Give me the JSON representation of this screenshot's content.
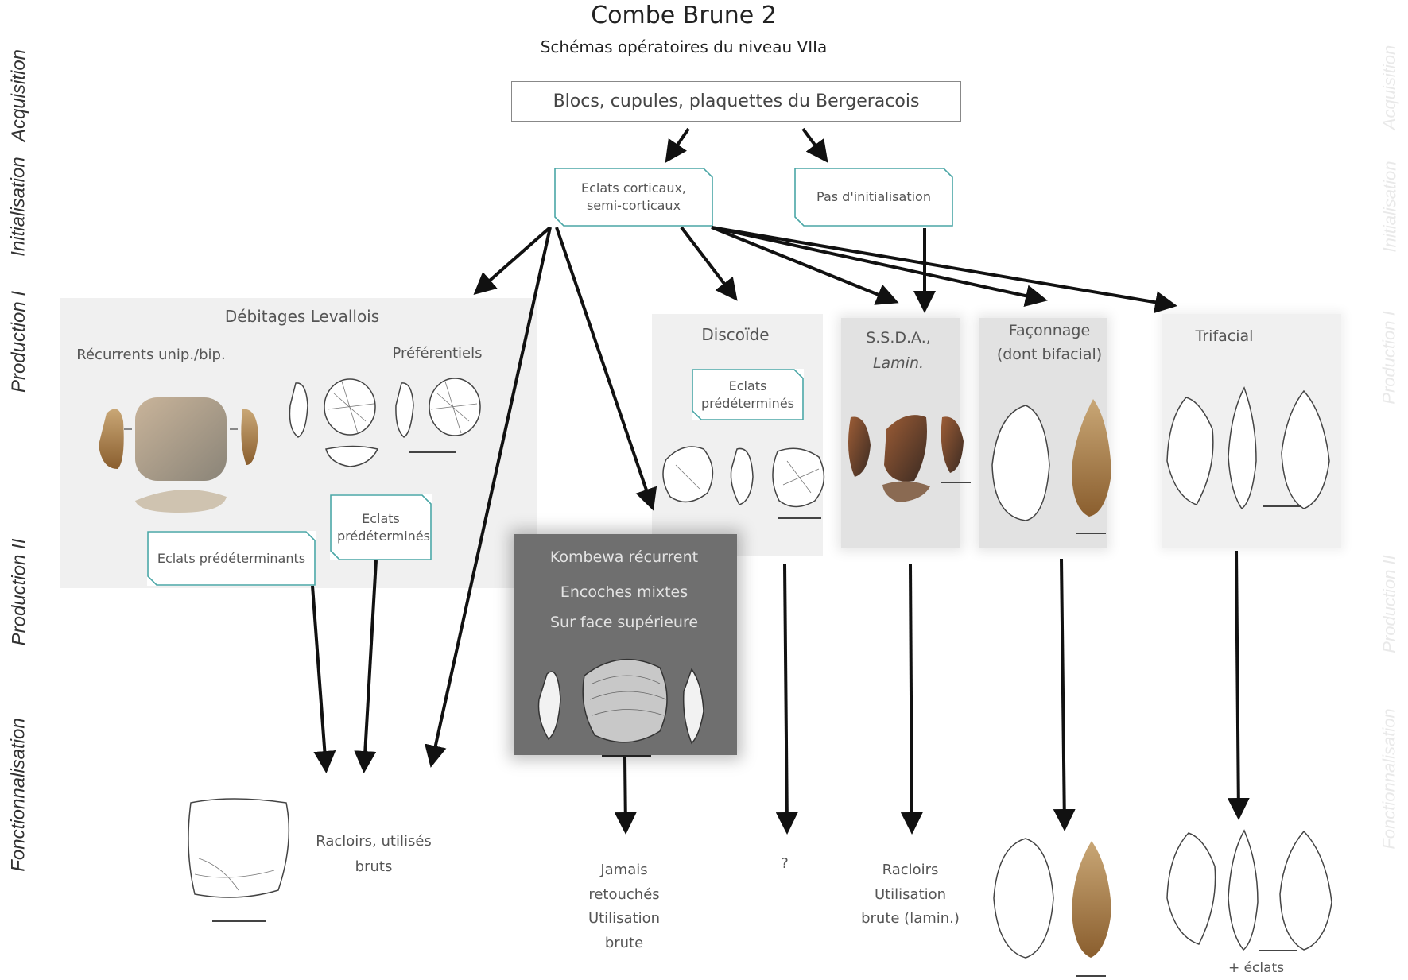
{
  "title": "Combe Brune 2",
  "subtitle": "Schémas opératoires du niveau VIIa",
  "stages": [
    "Acquisition",
    "Initialisation",
    "Production I",
    "Production II",
    "Fonctionnalisation"
  ],
  "raw_material": "Blocs, cupules, plaquettes du Bergeracois",
  "initialisation": {
    "cortical_flakes": "Eclats corticaux, semi-corticaux",
    "no_initialisation": "Pas d'initialisation"
  },
  "production": {
    "levallois": {
      "title": "Débitages Levallois",
      "recurrent": "Récurrents unip./bip.",
      "preferential": "Préférentiels",
      "predetermining": "Eclats prédéterminants",
      "predetermined": "Eclats prédéterminés"
    },
    "discoide": {
      "title": "Discoïde",
      "predetermined": "Eclats prédéterminés"
    },
    "ssda": {
      "line1": "S.S.D.A.,",
      "line2": "Lamin."
    },
    "faconnage": {
      "line1": "Façonnage",
      "line2": "(dont bifacial)"
    },
    "trifacial": {
      "title": "Trifacial"
    },
    "kombewa": {
      "line1": "Kombewa récurrent",
      "line2": "Encoches mixtes",
      "line3": "Sur face supérieure"
    }
  },
  "outcomes": {
    "levallois_line1": "Racloirs, utilisés",
    "levallois_line2": "bruts",
    "kombewa_line1": "Jamais",
    "kombewa_line2": "retouchés",
    "kombewa_line3": "Utilisation",
    "kombewa_line4": "brute",
    "discoide": "?",
    "ssda_line1": "Racloirs",
    "ssda_line2": "Utilisation",
    "ssda_line3": "brute (lamin.)",
    "trifacial_extra": "+ éclats"
  },
  "colors": {
    "teal": "#4aa6a6",
    "arrow": "#111111",
    "panel_light": "#f0f0f0",
    "panel_mid": "#e2e2e2",
    "panel_dark": "#6f6f6f"
  }
}
